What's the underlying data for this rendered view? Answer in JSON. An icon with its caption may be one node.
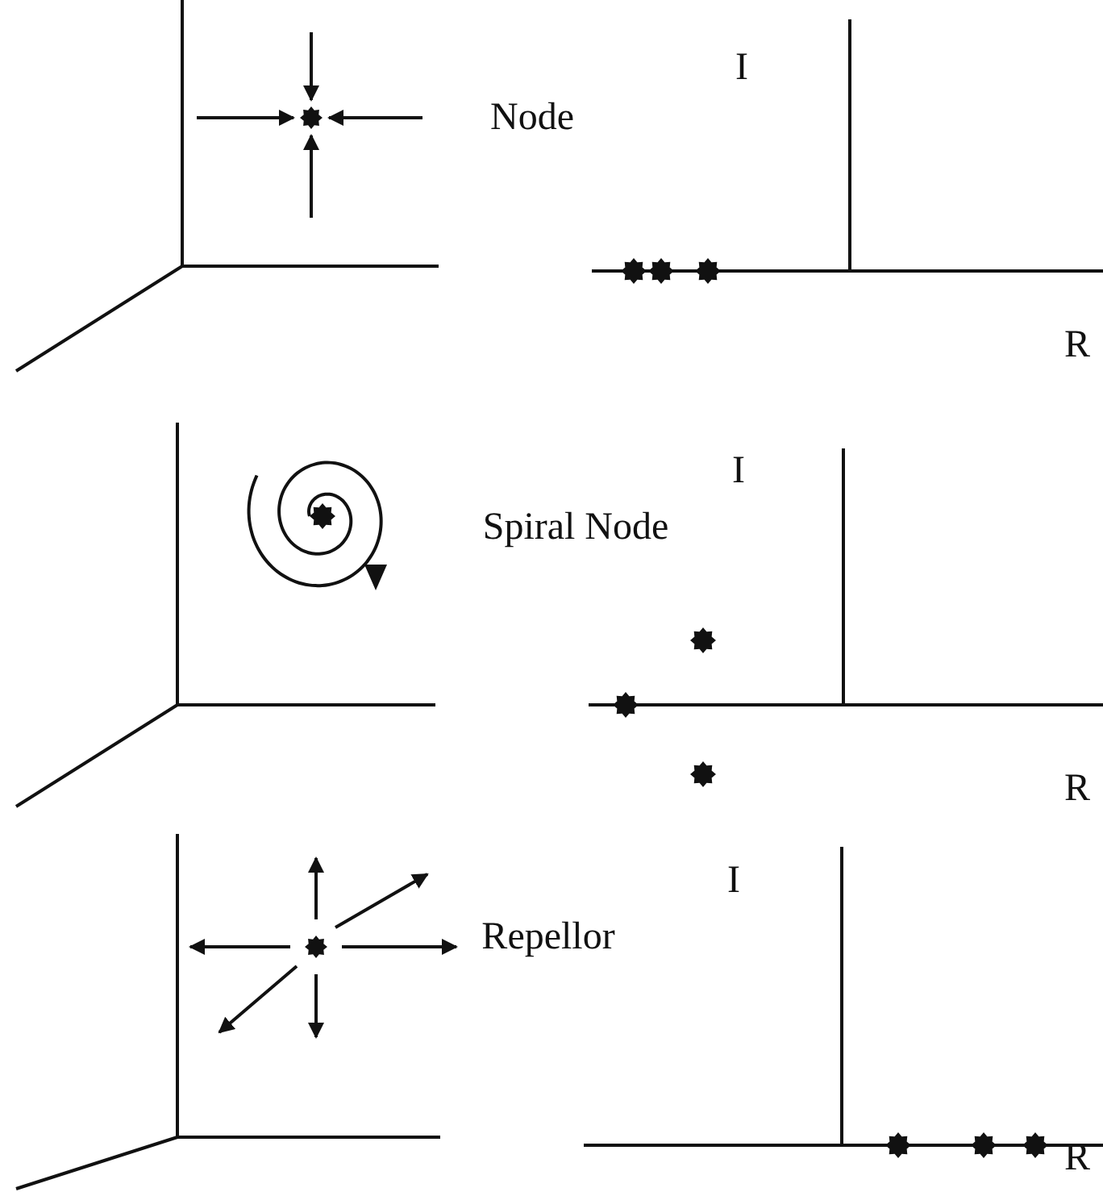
{
  "diagram": {
    "labels": [
      "I",
      "Node",
      "R",
      "I",
      "Spiral Node",
      "R",
      "I",
      "Repellor",
      "R"
    ]
  }
}
